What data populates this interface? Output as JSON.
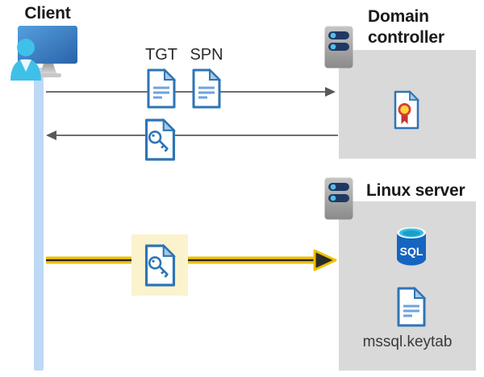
{
  "diagram": {
    "client": {
      "title": "Client"
    },
    "domain_controller": {
      "title": "Domain controller"
    },
    "linux_server": {
      "title": "Linux server",
      "sql_label": "SQL",
      "keytab_label": "mssql.keytab"
    },
    "messages": {
      "tgt_label": "TGT",
      "spn_label": "SPN"
    }
  },
  "colors": {
    "doc_blue": "#2E75B6",
    "doc_fold": "#A7C9E8",
    "doc_lines": "#6FA3DC",
    "lifeline": "#BDD9F6",
    "panel_gray": "#D9D9D9",
    "arrow_gray": "#595959",
    "gold": "#EFC100",
    "highlight_yellow": "#FAF3CD",
    "server_navy": "#1F3864",
    "server_dot": "#55BEE8",
    "person_cyan": "#3FC0E8",
    "monitor_blue_light": "#4E98D9",
    "monitor_blue_dark": "#2A62A8",
    "sql_body": "#1565C0",
    "sql_top": "#35BFE3",
    "cert_red": "#D8402F",
    "cert_yellow": "#FFD23F",
    "title_color": "#1A1A1A",
    "label_color": "#2B2B2B"
  }
}
